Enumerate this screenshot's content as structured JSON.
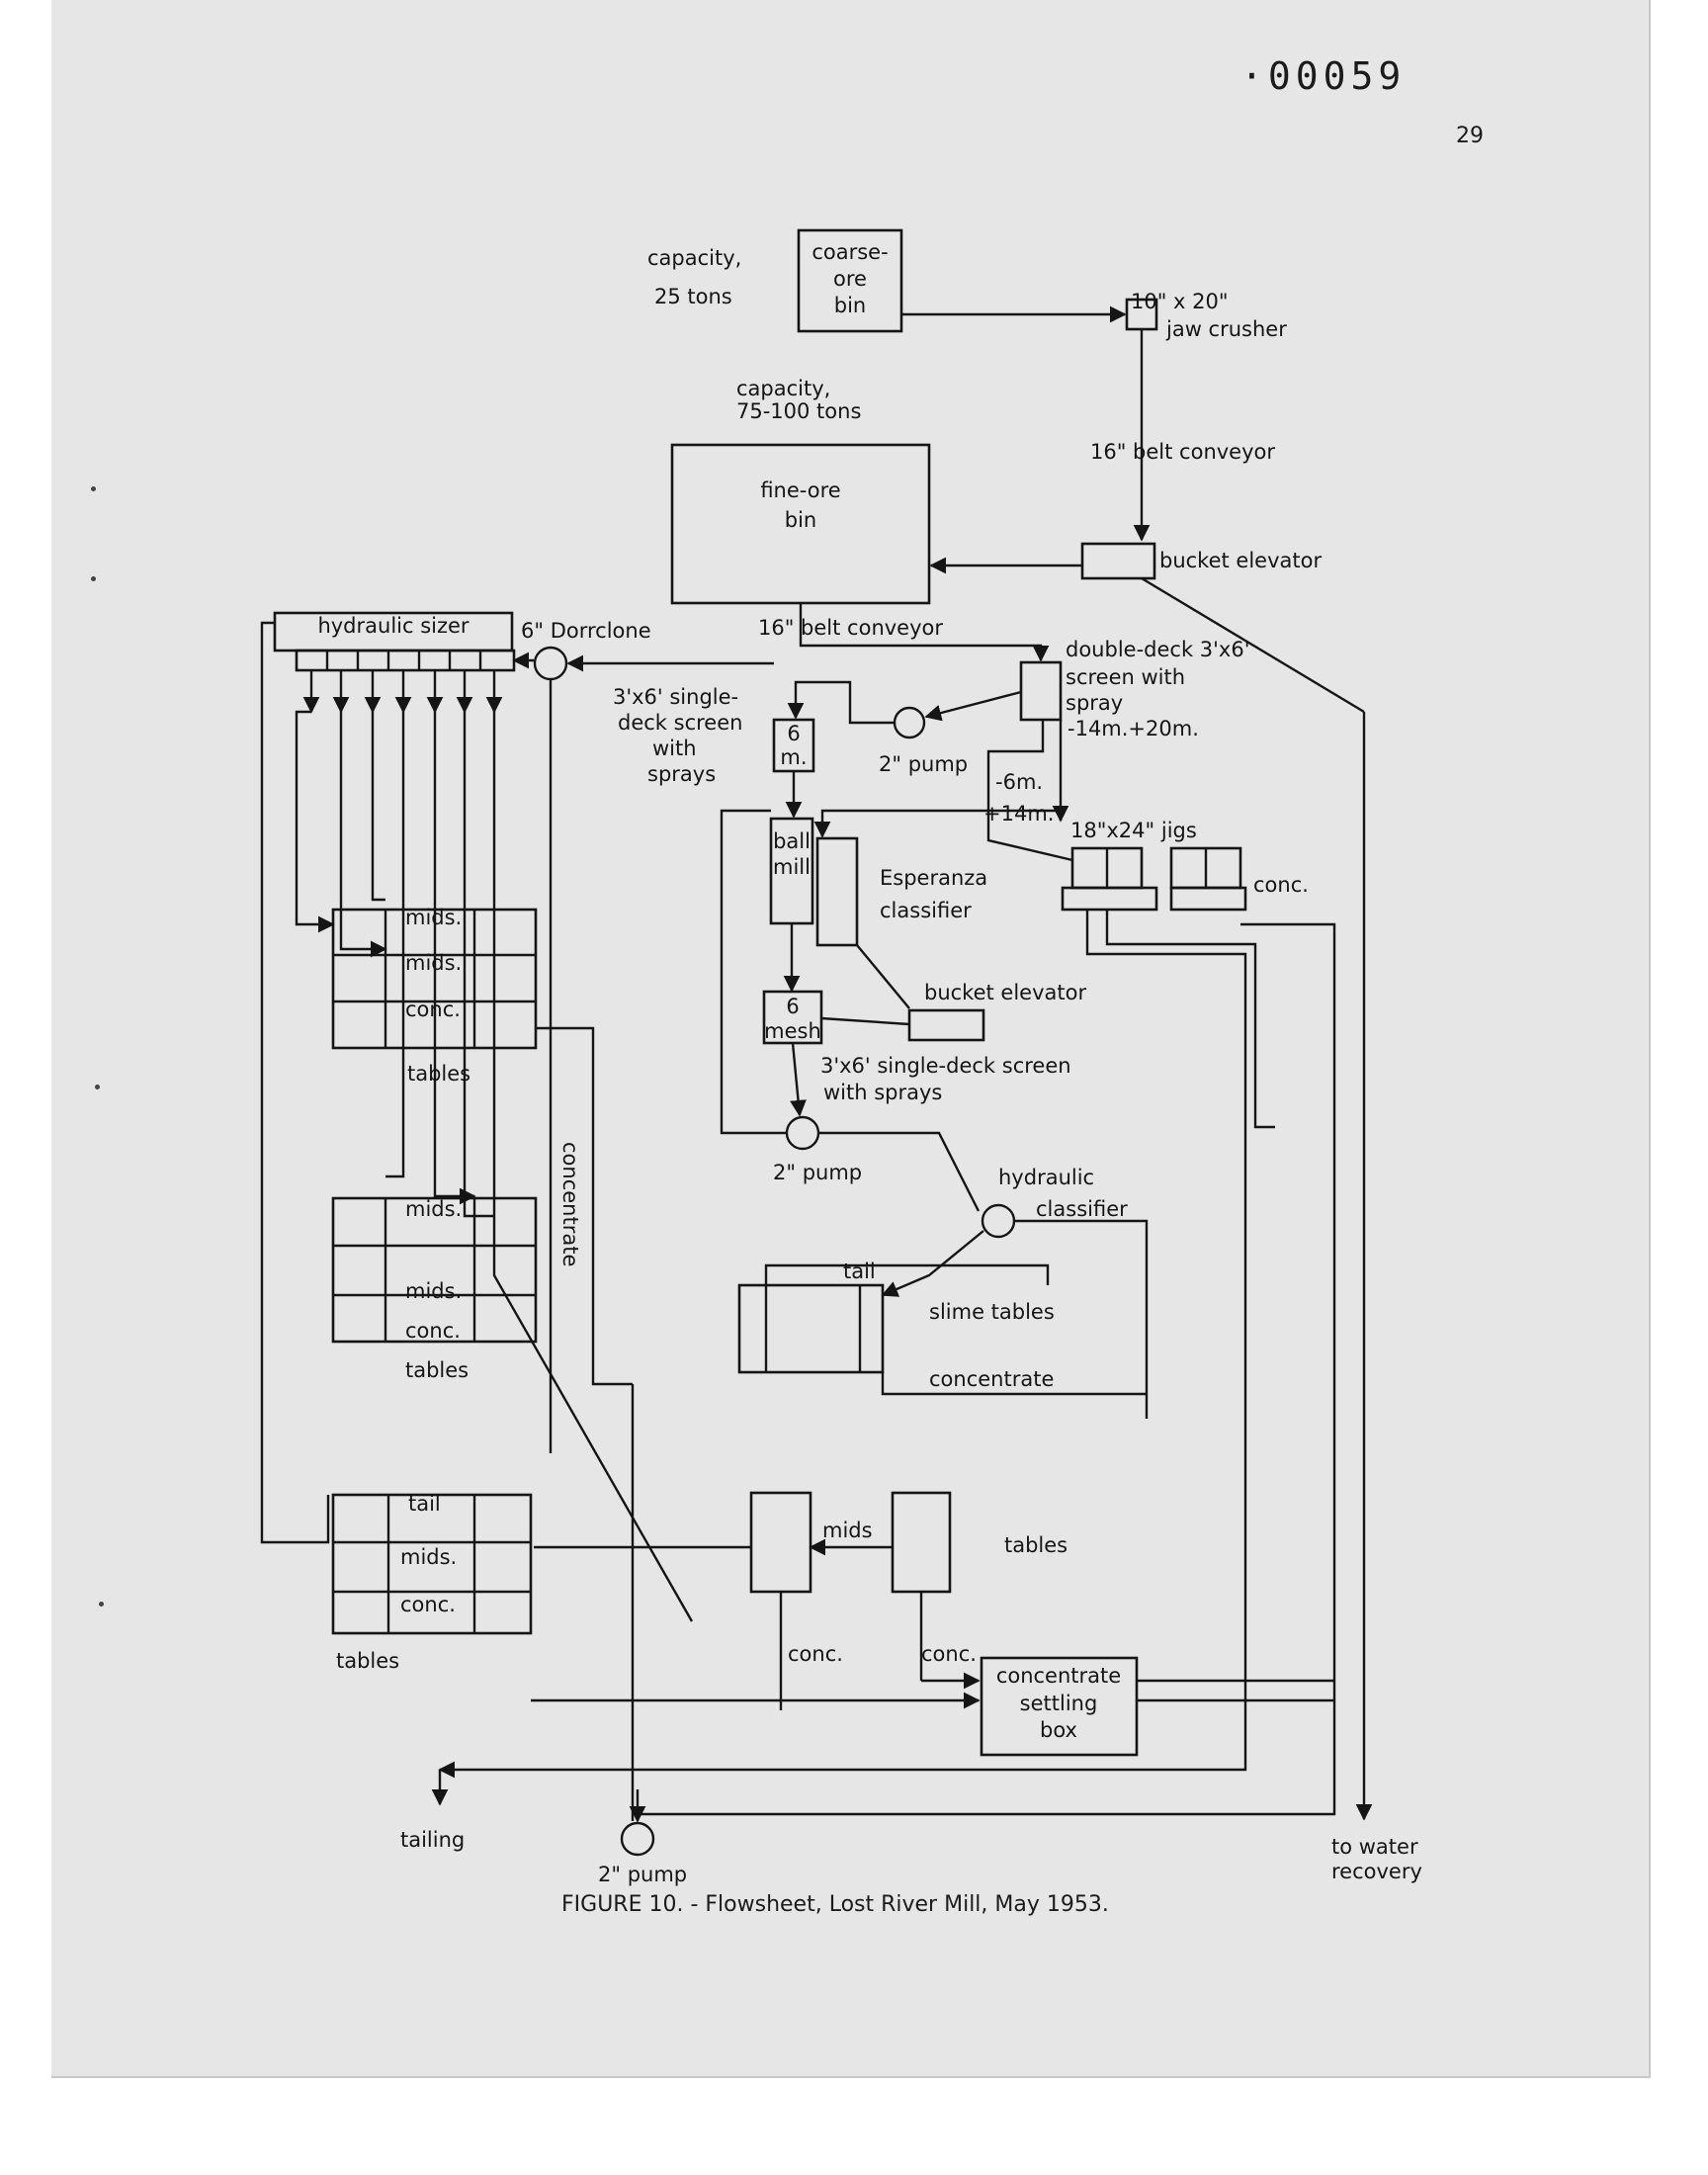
{
  "header": {
    "document_number": "·00059",
    "page_number": "29"
  },
  "caption": "FIGURE 10. - Flowsheet, Lost River Mill, May 1953.",
  "diagram": {
    "coarse_bin": {
      "capacity_label": "capacity,",
      "capacity_value": "25 tons",
      "line1": "coarse-",
      "line2": "ore",
      "line3": "bin"
    },
    "jaw_crusher": {
      "line1": "10\" x 20\"",
      "line2": "jaw  crusher"
    },
    "belt_conveyor_1": "16\" belt  conveyor",
    "fine_bin": {
      "capacity_label": "capacity,",
      "capacity_value": "75-100 tons",
      "line1": "fine-ore",
      "line2": "bin"
    },
    "bucket_elevator_1": "bucket elevator",
    "hydraulic_sizer": "hydraulic  sizer",
    "dorrclone": "6\" Dorrclone",
    "belt_conveyor_2": "16\" belt conveyor",
    "double_deck_screen": {
      "line1": "double-deck 3'x6'",
      "line2": "screen with",
      "line3": "spray",
      "size": "-14m.+20m."
    },
    "single_deck_screen_1": {
      "line1": "3'x6' single-",
      "line2": "deck screen",
      "line3": "with",
      "line4": "sprays",
      "mesh_line1": "6",
      "mesh_line2": "m."
    },
    "pump_1": "2\" pump",
    "jigs": {
      "size_line1": "-6m.",
      "size_line2": "+14m.",
      "label": "18\"x24\"  jigs",
      "conc": "conc."
    },
    "ball_mill": {
      "line1": "ball",
      "line2": "mill"
    },
    "esperanza_classifier": {
      "line1": "Esperanza",
      "line2": "classifier"
    },
    "bucket_elevator_2": "bucket elevator",
    "screen_6_mesh": {
      "line1": "6",
      "line2": "mesh"
    },
    "single_deck_screen_2": {
      "line1": "3'x6' single-deck screen",
      "line2": "with sprays"
    },
    "pump_2": "2\" pump",
    "tables_1": {
      "row1": "mids.",
      "row2": "mids.",
      "row3": "conc.",
      "label": "tables"
    },
    "tables_2": {
      "row1": "mids.",
      "row2": "mids.",
      "row3": "conc.",
      "label": "tables"
    },
    "tables_3": {
      "row1": "tail",
      "row2": "mids.",
      "row3": "conc.",
      "label": "tables"
    },
    "concentrate_vertical": "concentrate",
    "hydraulic_classifier": {
      "line1": "hydraulic",
      "line2": "classifier"
    },
    "slime_tables": {
      "tail": "tail",
      "label": "slime tables",
      "concentrate": "concentrate"
    },
    "tables_4": {
      "mids": "mids",
      "label": "tables",
      "conc_a": "conc.",
      "conc_b": "conc."
    },
    "settling_box": {
      "line1": "concentrate",
      "line2": "settling",
      "line3": "box"
    },
    "tailing": "tailing",
    "pump_3": "2\" pump",
    "water_recovery": {
      "line1": "to water",
      "line2": "recovery"
    }
  }
}
